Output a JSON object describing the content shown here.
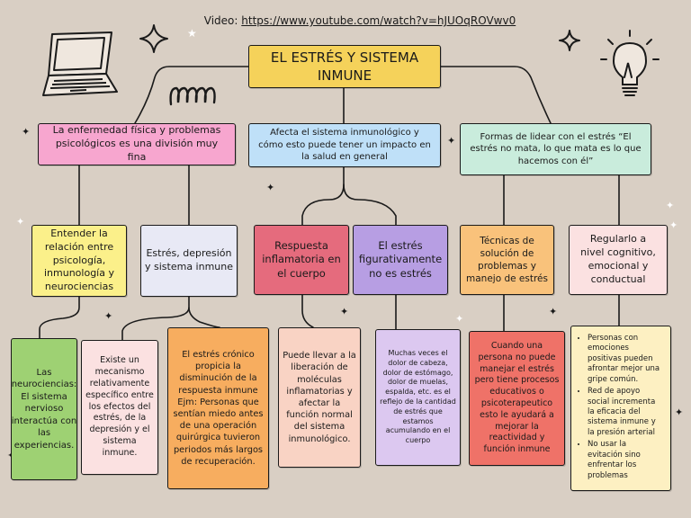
{
  "header": {
    "video_prefix": "Video:",
    "video_url": "https://www.youtube.com/watch?v=hJUOqROVwv0"
  },
  "title": "EL ESTRÉS Y SISTEMA INMUNE",
  "level1": {
    "left": "La enfermedad física y problemas psicológicos es una división muy fina",
    "center": "Afecta el sistema inmunológico y cómo esto puede tener un impacto en la salud en general",
    "right": "Formas de lidear con el estrés “El estrés no mata, lo que mata es lo que hacemos con él”"
  },
  "level2": {
    "entender": "Entender la relación entre psicología, inmunología y neurociencias",
    "estres_depresion": "Estrés, depresión y sistema inmune",
    "respuesta": "Respuesta inflamatoria en el cuerpo",
    "figurativo": "El estrés figurativamente no es estrés",
    "tecnicas": "Técnicas de solución de problemas y manejo de estrés",
    "regularlo": "Regularlo a nivel cognitivo, emocional y conductual"
  },
  "level3": {
    "neurociencias": "Las neurociencias: El sistema nervioso interactúa con las experiencias.",
    "mecanismo": "Existe un mecanismo relativamente específico entre los efectos del estrés, de la depresión y el sistema inmune.",
    "cronico": "El estrés crónico propicia la disminución de la respuesta inmune Ejm: Personas que sentían miedo antes de una operación quirúrgica tuvieron periodos más largos de recuperación.",
    "liberacion": "Puede llevar a la liberación de moléculas inflamatorias y afectar la función normal del sistema inmunológico.",
    "dolor": "Muchas veces el dolor de cabeza, dolor de estómago, dolor de muelas, espalda, etc. es el reflejo de la cantidad de estrés que estamos acumulando en el cuerpo",
    "persona": "Cuando una persona no puede manejar el estrés pero tiene procesos educativos o psicoterapeutico esto le ayudará a mejorar la reactividad y función inmune",
    "bullets": [
      "Personas con emociones positivas pueden afrontar mejor una gripe común.",
      "Red de apoyo social incrementa la eficacia del sistema inmune y la presión arterial",
      "No usar la evitación sino enfrentar los problemas"
    ]
  },
  "colors": {
    "background": "#d9cfc4",
    "title": "#f5d25a",
    "pink": "#f7a6cf",
    "blue": "#bfe0f8",
    "mint": "#c9ecdc",
    "yellow": "#fbf08a",
    "lavender": "#e8e9f5",
    "rose": "#e56b7d",
    "purple": "#b79ee3",
    "peach": "#f9c27b",
    "green": "#9ed173",
    "light_pink": "#fbe1e1",
    "orange": "#f7ad5f",
    "salmon": "#f9d3c4",
    "light_purple": "#dcc8f0",
    "red_orange": "#ef7268",
    "cream": "#fdf0c2"
  },
  "icons": [
    "laptop-icon",
    "lightbulb-icon",
    "sparkle-icon",
    "coil-doodle-icon",
    "star-icon"
  ]
}
